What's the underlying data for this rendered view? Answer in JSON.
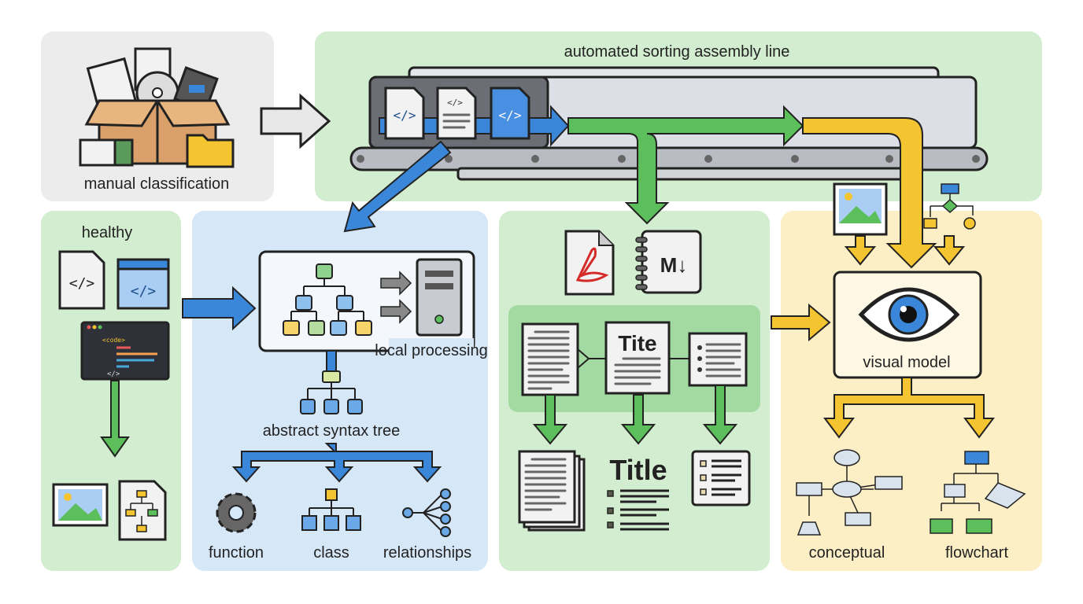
{
  "panels": {
    "manual": {
      "label": "manual classification"
    },
    "assembly": {
      "label": "automated sorting assembly line"
    },
    "healthy": {
      "label": "healthy",
      "code_snippet": "<code>",
      "code_close": "</>"
    },
    "ast": {
      "processing_label": "local processing",
      "tree_label": "abstract syntax tree",
      "outputs": [
        "function",
        "class",
        "relationships"
      ]
    },
    "documents": {
      "markdown_icon": "M↓",
      "title_small": "Tite",
      "title_large": "Title"
    },
    "visual": {
      "model_label": "visual model",
      "outputs": [
        "conceptual",
        "flowchart"
      ]
    }
  },
  "code_glyph": "</>",
  "colors": {
    "blue_arrow": "#3a86d8",
    "green_arrow": "#5cbf5c",
    "yellow_arrow": "#f5c431",
    "panel_gray": "#ececec",
    "panel_green": "#d3edd0",
    "panel_blue": "#d6e7f8",
    "panel_yellow": "#fcefc6"
  },
  "icons": [
    "box-of-files-icon",
    "code-file-icon",
    "document-icon",
    "pdf-icon",
    "markdown-icon",
    "server-icon",
    "tree-icon",
    "gear-icon",
    "eye-icon",
    "image-icon",
    "flowchart-icon"
  ]
}
